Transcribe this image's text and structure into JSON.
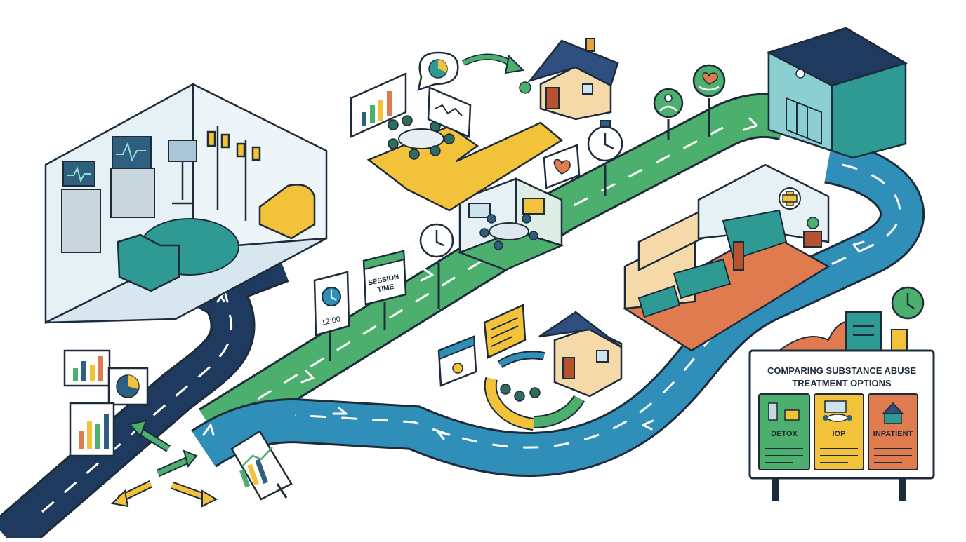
{
  "colors": {
    "navy": "#1f3a5f",
    "green": "#4caf6e",
    "blue": "#2f8fb8",
    "yellow": "#f2c23a",
    "orange": "#e8a13a",
    "coral": "#e07a4f",
    "teal": "#2f9a94",
    "outline": "#1d2b3a",
    "room_wall": "#e6f1f6",
    "room_floor": "#d7e6ef"
  },
  "signs": {
    "clock_time": "12:00",
    "session_line1": "SESSION",
    "session_line2": "TIME"
  },
  "billboard": {
    "title_line1": "COMPARING SUBSTANCE ABUSE",
    "title_line2": "TREATMENT OPTIONS",
    "panels": [
      {
        "label": "DETOX",
        "color": "#4caf6e"
      },
      {
        "label": "IOP",
        "color": "#f2c23a"
      },
      {
        "label": "INPATIENT",
        "color": "#e07a4f"
      }
    ]
  },
  "icons": [
    "hospital-building-icon",
    "heart-hand-icon",
    "person-support-icon",
    "stopwatch-icon",
    "heart-card-icon",
    "clock-icon",
    "house-icon",
    "bar-chart-icon",
    "pie-chart-icon",
    "sun-calendar-icon",
    "medical-cross-icon"
  ]
}
